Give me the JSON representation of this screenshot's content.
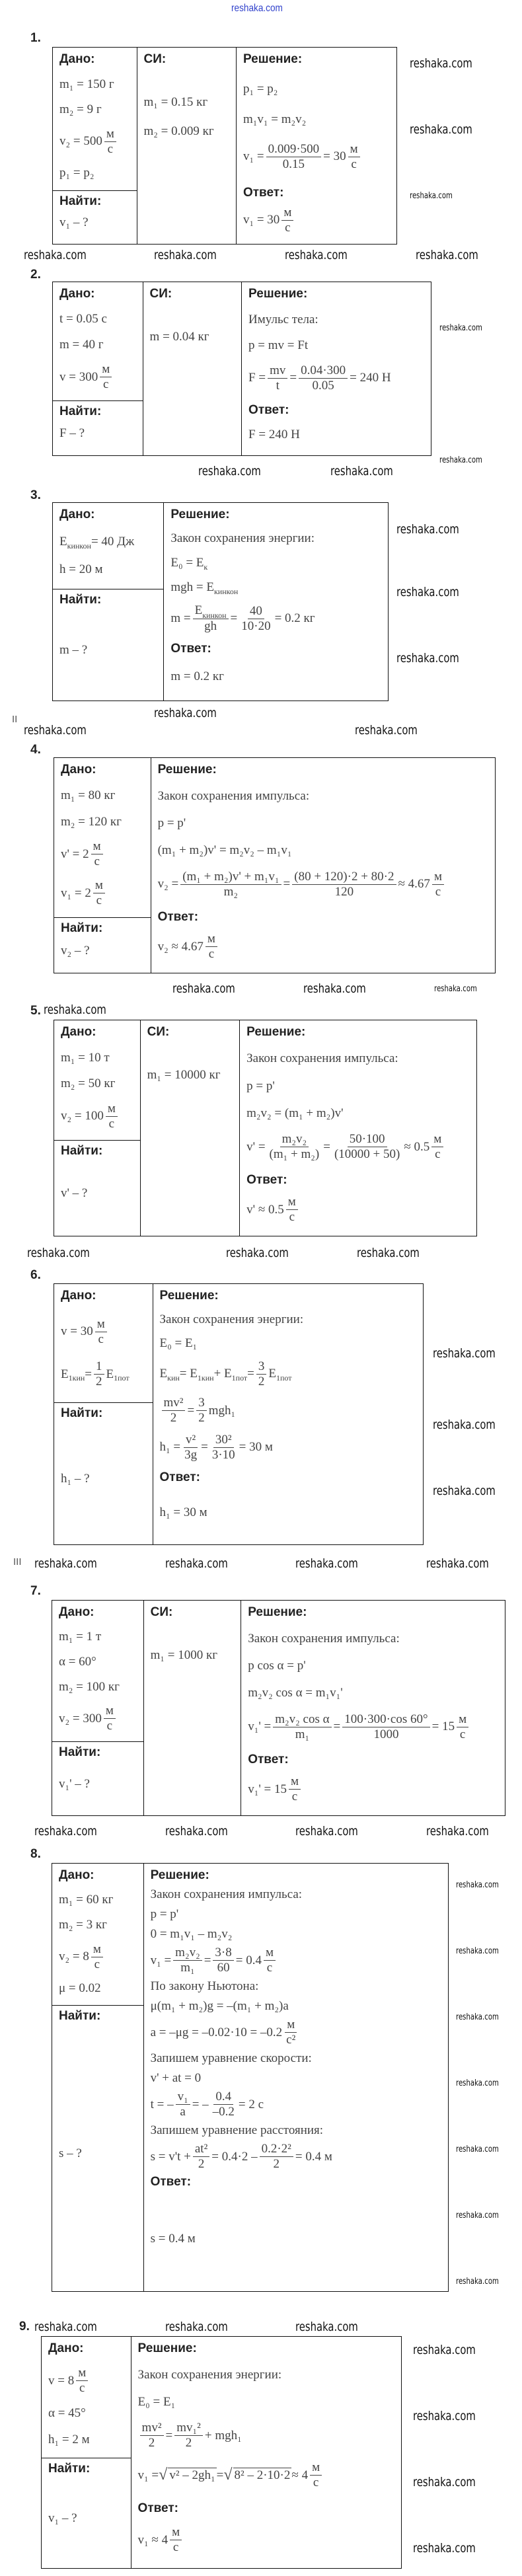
{
  "site_header": "reshaka.com",
  "watermark": "reshaka.com",
  "labels": {
    "given": "Дано:",
    "si": "СИ:",
    "solution": "Решение:",
    "find": "Найти:",
    "answer": "Ответ:"
  },
  "section_marks": [
    "II",
    "III"
  ],
  "problems": [
    {
      "number": "1.",
      "given": [
        "m₁ = 150 г",
        "m₂ = 9 г",
        [
          "v₂ = 500 ",
          {
            "f": [
              "м",
              "с"
            ]
          }
        ],
        "p₁ = p₂"
      ],
      "si": [
        "m₁ = 0.15 кг",
        "m₂ = 0.009 кг"
      ],
      "find": [
        "v₁ – ?"
      ],
      "solution": [
        "p₁ = p₂",
        "m₁v₁ = m₂v₂",
        [
          "v₁ = ",
          {
            "f": [
              "0.009·500",
              "0.15"
            ]
          },
          " = 30 ",
          {
            "f": [
              "м",
              "с"
            ]
          }
        ]
      ],
      "answer": [
        [
          "v₁ = 30 ",
          {
            "f": [
              "м",
              "с"
            ]
          }
        ]
      ]
    },
    {
      "number": "2.",
      "given": [
        "t = 0.05 с",
        "m = 40 г",
        [
          "v = 300 ",
          {
            "f": [
              "м",
              "с"
            ]
          }
        ]
      ],
      "si": [
        "m = 0.04 кг"
      ],
      "find": [
        "F – ?"
      ],
      "solution": [
        "Имульс тела:",
        "p = mv = Ft",
        [
          "F = ",
          {
            "f": [
              "mv",
              "t"
            ]
          },
          " = ",
          {
            "f": [
              "0.04·300",
              "0.05"
            ]
          },
          " = 240 Н"
        ]
      ],
      "answer": [
        "F = 240 Н"
      ]
    },
    {
      "number": "3.",
      "given": [
        [
          "E",
          {
            "s": "кинкон"
          },
          " = 40 Дж"
        ],
        "h = 20 м"
      ],
      "find": [
        "m – ?"
      ],
      "solution": [
        "Закон сохранения энергии:",
        [
          "E₀ = E",
          {
            "s": "к"
          }
        ],
        [
          "mgh = E",
          {
            "s": "кинкон"
          }
        ],
        [
          "m = ",
          {
            "f": [
              [
                "E",
                {
                  "s": "кинкон"
                }
              ],
              "gh"
            ]
          },
          " = ",
          {
            "f": [
              "40",
              "10·20"
            ]
          },
          " = 0.2 кг"
        ]
      ],
      "answer": [
        "m = 0.2 кг"
      ]
    },
    {
      "number": "4.",
      "given": [
        "m₁ = 80 кг",
        "m₂ = 120 кг",
        [
          "v' = 2 ",
          {
            "f": [
              "м",
              "с"
            ]
          }
        ],
        [
          "v₁ = 2 ",
          {
            "f": [
              "м",
              "с"
            ]
          }
        ]
      ],
      "find": [
        "v₂ – ?"
      ],
      "solution": [
        "Закон сохранения импульса:",
        "p = p'",
        "(m₁ + m₂)v' = m₂v₂ – m₁v₁",
        [
          "v₂ = ",
          {
            "f": [
              "(m₁ + m₂)v' + m₁v₁",
              "m₂"
            ]
          },
          " = ",
          {
            "f": [
              "(80 + 120)·2 + 80·2",
              "120"
            ]
          },
          " ≈ 4.67 ",
          {
            "f": [
              "м",
              "с"
            ]
          }
        ]
      ],
      "answer": [
        [
          "v₂ ≈ 4.67 ",
          {
            "f": [
              "м",
              "с"
            ]
          }
        ]
      ]
    },
    {
      "number": "5.",
      "given": [
        "m₁ = 10 т",
        "m₂ = 50 кг",
        [
          "v₂ = 100 ",
          {
            "f": [
              "м",
              "с"
            ]
          }
        ]
      ],
      "si": [
        "m₁ = 10000 кг"
      ],
      "find": [
        "v' – ?"
      ],
      "solution": [
        "Закон сохранения импульса:",
        "p = p'",
        "m₂v₂ = (m₁ + m₂)v'",
        [
          "v' = ",
          {
            "f": [
              "m₂v₂",
              "(m₁ + m₂)"
            ]
          },
          " = ",
          {
            "f": [
              "50·100",
              "(10000 + 50)"
            ]
          },
          " ≈ 0.5 ",
          {
            "f": [
              "м",
              "с"
            ]
          }
        ]
      ],
      "answer": [
        [
          "v' ≈ 0.5 ",
          {
            "f": [
              "м",
              "с"
            ]
          }
        ]
      ]
    },
    {
      "number": "6.",
      "given": [
        [
          "v = 30 ",
          {
            "f": [
              "м",
              "с"
            ]
          }
        ],
        [
          "E",
          {
            "s": "1кин"
          },
          " = ",
          {
            "f": [
              "1",
              "2"
            ]
          },
          "E",
          {
            "s": "1пот"
          }
        ]
      ],
      "find": [
        "h₁ – ?"
      ],
      "solution": [
        "Закон сохранения энергии:",
        "E₀ = E₁",
        [
          "E",
          {
            "s": "кин"
          },
          " = E",
          {
            "s": "1кин"
          },
          " + E",
          {
            "s": "1пот"
          },
          " = ",
          {
            "f": [
              "3",
              "2"
            ]
          },
          "E",
          {
            "s": "1пот"
          }
        ],
        [
          {
            "f": [
              "mv²",
              "2"
            ]
          },
          " = ",
          {
            "f": [
              "3",
              "2"
            ]
          },
          "mgh₁"
        ],
        [
          "h₁ = ",
          {
            "f": [
              "v²",
              "3g"
            ]
          },
          " = ",
          {
            "f": [
              "30²",
              "3·10"
            ]
          },
          " = 30 м"
        ]
      ],
      "answer": [
        "h₁ = 30 м"
      ]
    },
    {
      "number": "7.",
      "given": [
        "m₁ = 1 т",
        "α = 60°",
        "m₂ = 100 кг",
        [
          "v₂ = 300 ",
          {
            "f": [
              "м",
              "с"
            ]
          }
        ]
      ],
      "si": [
        "m₁ = 1000 кг"
      ],
      "find": [
        "v₁' – ?"
      ],
      "solution": [
        "Закон сохранения импульса:",
        "p cos α = p'",
        "m₂v₂ cos α = m₁v₁'",
        [
          "v₁' = ",
          {
            "f": [
              "m₂v₂ cos α",
              "m₁"
            ]
          },
          " = ",
          {
            "f": [
              "100·300·cos 60°",
              "1000"
            ]
          },
          " = 15 ",
          {
            "f": [
              "м",
              "с"
            ]
          }
        ]
      ],
      "answer": [
        [
          "v₁' = 15 ",
          {
            "f": [
              "м",
              "с"
            ]
          }
        ]
      ]
    },
    {
      "number": "8.",
      "given": [
        "m₁ = 60 кг",
        "m₂ = 3 кг",
        [
          "v₂ = 8 ",
          {
            "f": [
              "м",
              "с"
            ]
          }
        ],
        "μ = 0.02"
      ],
      "find": [
        "s – ?"
      ],
      "solution": [
        "Закон сохранения импульса:",
        "p = p'",
        "0 = m₁v₁ – m₂v₂",
        [
          "v₁ = ",
          {
            "f": [
              "m₂v₂",
              "m₁"
            ]
          },
          " = ",
          {
            "f": [
              "3·8",
              "60"
            ]
          },
          " = 0.4 ",
          {
            "f": [
              "м",
              "с"
            ]
          }
        ],
        "По закону Ньютона:",
        "μ(m₁ + m₂)g = –(m₁ + m₂)a",
        [
          "a = –μg = –0.02·10 = –0.2 ",
          {
            "f": [
              "м",
              "с²"
            ]
          }
        ],
        "Запишем уравнение скорости:",
        "v' + at = 0",
        [
          "t = –",
          {
            "f": [
              "v₁",
              "a"
            ]
          },
          " = –",
          {
            "f": [
              "0.4",
              "–0.2"
            ]
          },
          " = 2 с"
        ],
        "Запишем уравнение расстояния:",
        [
          "s = v't + ",
          {
            "f": [
              "at²",
              "2"
            ]
          },
          " = 0.4·2 – ",
          {
            "f": [
              "0.2·2²",
              "2"
            ]
          },
          " = 0.4 м"
        ]
      ],
      "answer": [
        "s = 0.4 м"
      ]
    },
    {
      "number": "9.",
      "given": [
        [
          "v = 8 ",
          {
            "f": [
              "м",
              "с"
            ]
          }
        ],
        "α = 45°",
        "h₁ = 2 м"
      ],
      "find": [
        "v₁ – ?"
      ],
      "solution": [
        "Закон сохранения энергии:",
        "E₀ = E₁",
        [
          {
            "f": [
              "mv²",
              "2"
            ]
          },
          " = ",
          {
            "f": [
              "mv₁²",
              "2"
            ]
          },
          " + mgh₁"
        ],
        [
          "v₁ = ",
          {
            "sqrt": "v² – 2gh₁"
          },
          " = ",
          {
            "sqrt": "8² – 2·10·2"
          },
          " ≈ 4 ",
          {
            "f": [
              "м",
              "с"
            ]
          }
        ]
      ],
      "answer": [
        [
          "v₁ ≈ 4 ",
          {
            "f": [
              "м",
              "с"
            ]
          }
        ]
      ]
    }
  ]
}
